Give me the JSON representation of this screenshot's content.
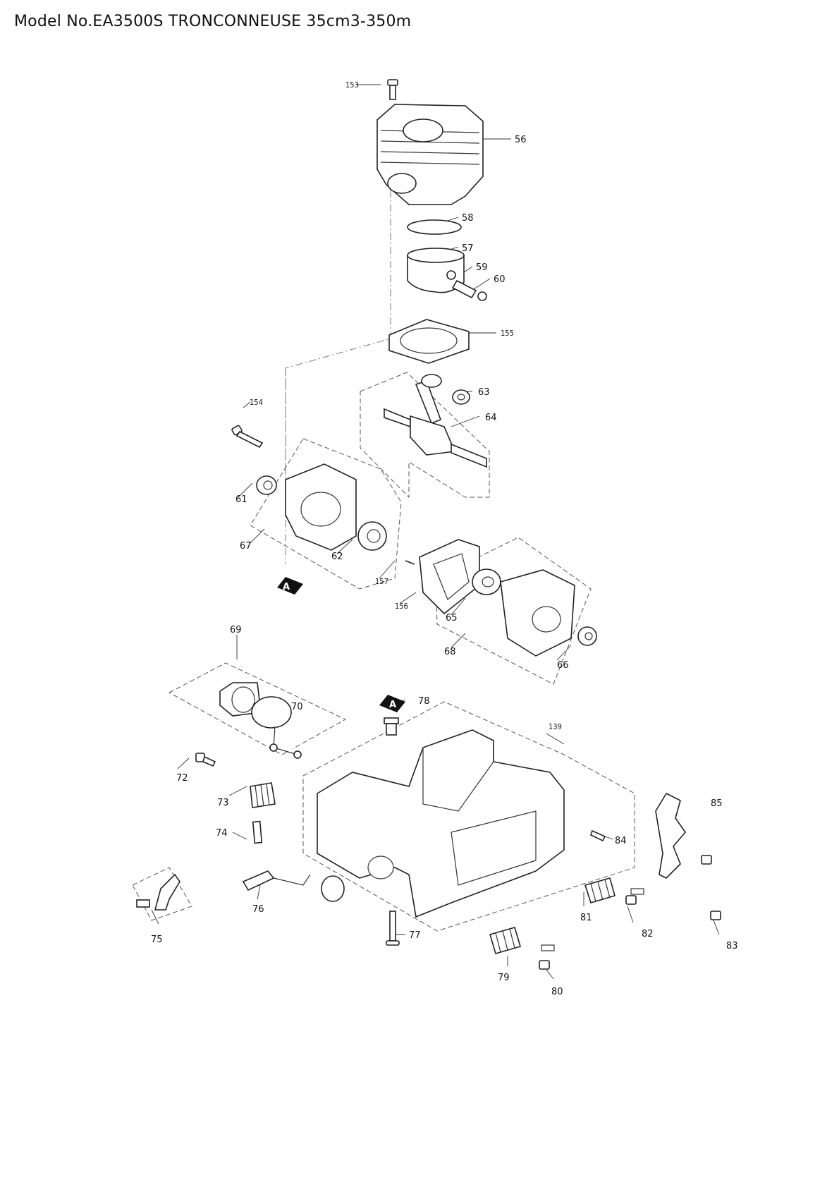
{
  "title": "Model No.EA3500S TRONCONNEUSE 35cm3-350m",
  "parts": [
    {
      "id": "p153",
      "label": "153"
    },
    {
      "id": "p56",
      "label": "56"
    },
    {
      "id": "p58",
      "label": "58"
    },
    {
      "id": "p57",
      "label": "57"
    },
    {
      "id": "p59",
      "label": "59"
    },
    {
      "id": "p60",
      "label": "60"
    },
    {
      "id": "p155",
      "label": "155"
    },
    {
      "id": "p63",
      "label": "63"
    },
    {
      "id": "p64",
      "label": "64"
    },
    {
      "id": "p154",
      "label": "154"
    },
    {
      "id": "p61",
      "label": "61"
    },
    {
      "id": "p67",
      "label": "67"
    },
    {
      "id": "p62",
      "label": "62"
    },
    {
      "id": "p157",
      "label": "157"
    },
    {
      "id": "p156",
      "label": "156"
    },
    {
      "id": "p65",
      "label": "65"
    },
    {
      "id": "p68",
      "label": "68"
    },
    {
      "id": "p66",
      "label": "66"
    },
    {
      "id": "p69",
      "label": "69"
    },
    {
      "id": "p70",
      "label": "70"
    },
    {
      "id": "p78",
      "label": "78"
    },
    {
      "id": "p139",
      "label": "139"
    },
    {
      "id": "p72",
      "label": "72"
    },
    {
      "id": "p73",
      "label": "73"
    },
    {
      "id": "p85",
      "label": "85"
    },
    {
      "id": "p74",
      "label": "74"
    },
    {
      "id": "p84",
      "label": "84"
    },
    {
      "id": "p75",
      "label": "75"
    },
    {
      "id": "p76",
      "label": "76"
    },
    {
      "id": "p77",
      "label": "77"
    },
    {
      "id": "p81",
      "label": "81"
    },
    {
      "id": "p82",
      "label": "82"
    },
    {
      "id": "p83",
      "label": "83"
    },
    {
      "id": "p79",
      "label": "79"
    },
    {
      "id": "p80",
      "label": "80"
    }
  ],
  "markers": [
    {
      "id": "marker-a-upper",
      "label": "A"
    },
    {
      "id": "marker-a-lower",
      "label": "A"
    }
  ]
}
